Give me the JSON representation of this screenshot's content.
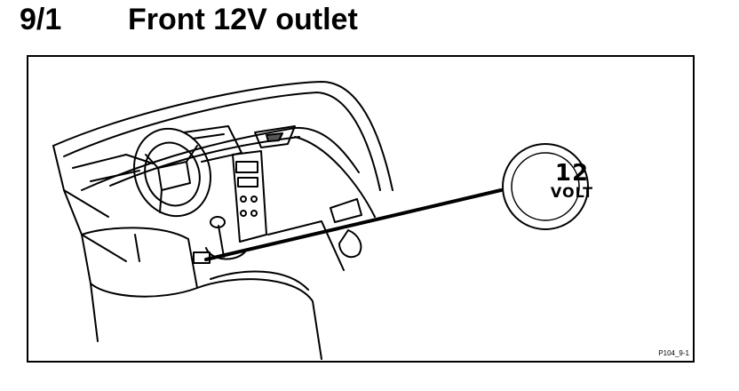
{
  "heading": {
    "number": "9/1",
    "title": "Front 12V outlet"
  },
  "figure": {
    "badge": {
      "value": "12",
      "unit": "VOLT"
    },
    "code": "P104_9-1"
  }
}
